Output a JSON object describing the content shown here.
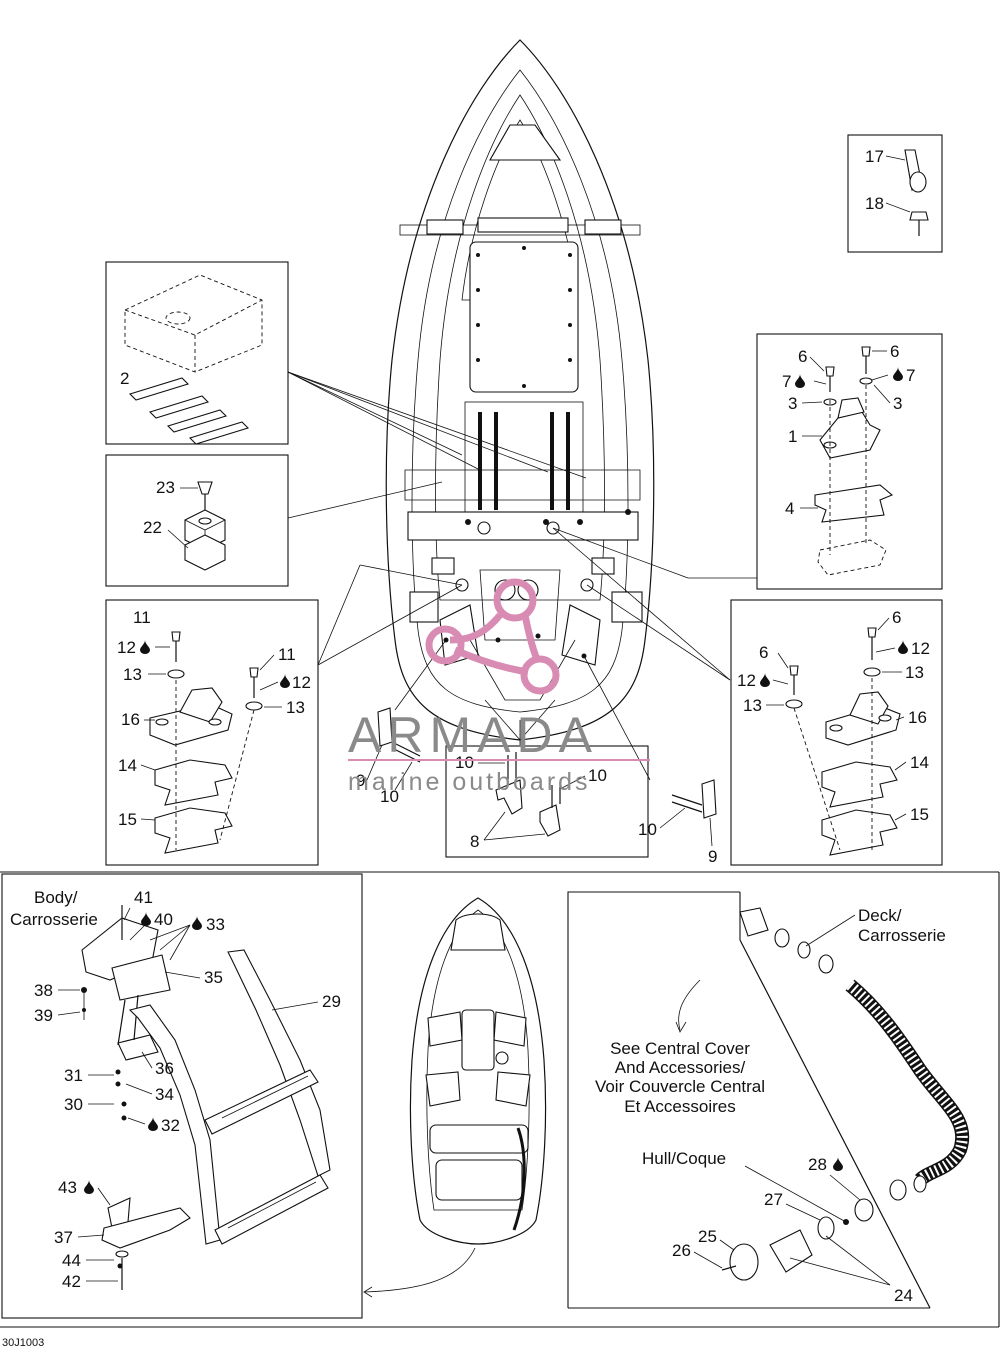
{
  "watermark": {
    "brand": "ARMADA",
    "tagline": "marine outboards",
    "accent_color": "#d98cb3",
    "text_color": "#8a8a8a"
  },
  "drawing_code": "30J1003",
  "notes": {
    "body": "Body/",
    "carrosserie_a": "Carrosserie",
    "deck": "Deck/",
    "carrosserie_b": "Carrosserie",
    "see_1": "See Central Cover",
    "see_2": "And Accessories/",
    "see_3": "Voir Couvercle Central",
    "see_4": "Et Accessoires",
    "hull": "Hull/Coque"
  },
  "glue_icon": "drop-icon",
  "callouts": {
    "c17": "17",
    "c18": "18",
    "c2": "2",
    "c23": "23",
    "c22": "22",
    "c6a": "6",
    "c7a": "7",
    "c3a": "3",
    "c6b": "6",
    "c7b": "7",
    "c3b": "3",
    "c1": "1",
    "c4": "4",
    "c11a": "11",
    "c12a": "12",
    "c13a": "13",
    "c11b": "11",
    "c12b": "12",
    "c13b": "13",
    "c16a": "16",
    "c14a": "14",
    "c15a": "15",
    "c9a": "9",
    "c10a": "10",
    "c10b": "10",
    "c10c": "10",
    "c8": "8",
    "c10d": "10",
    "c9b": "9",
    "c6c": "6",
    "c12c": "12",
    "c13c": "13",
    "c6d": "6",
    "c12d": "12",
    "c13d": "13",
    "c16b": "16",
    "c14b": "14",
    "c15b": "15",
    "c41": "41",
    "c40": "40",
    "c33": "33",
    "c35": "35",
    "c38": "38",
    "c39": "39",
    "c29": "29",
    "c36": "36",
    "c31": "31",
    "c34": "34",
    "c30": "30",
    "c32": "32",
    "c43": "43",
    "c37": "37",
    "c44": "44",
    "c42": "42",
    "c28": "28",
    "c27": "27",
    "c25": "25",
    "c26": "26",
    "c24": "24"
  }
}
